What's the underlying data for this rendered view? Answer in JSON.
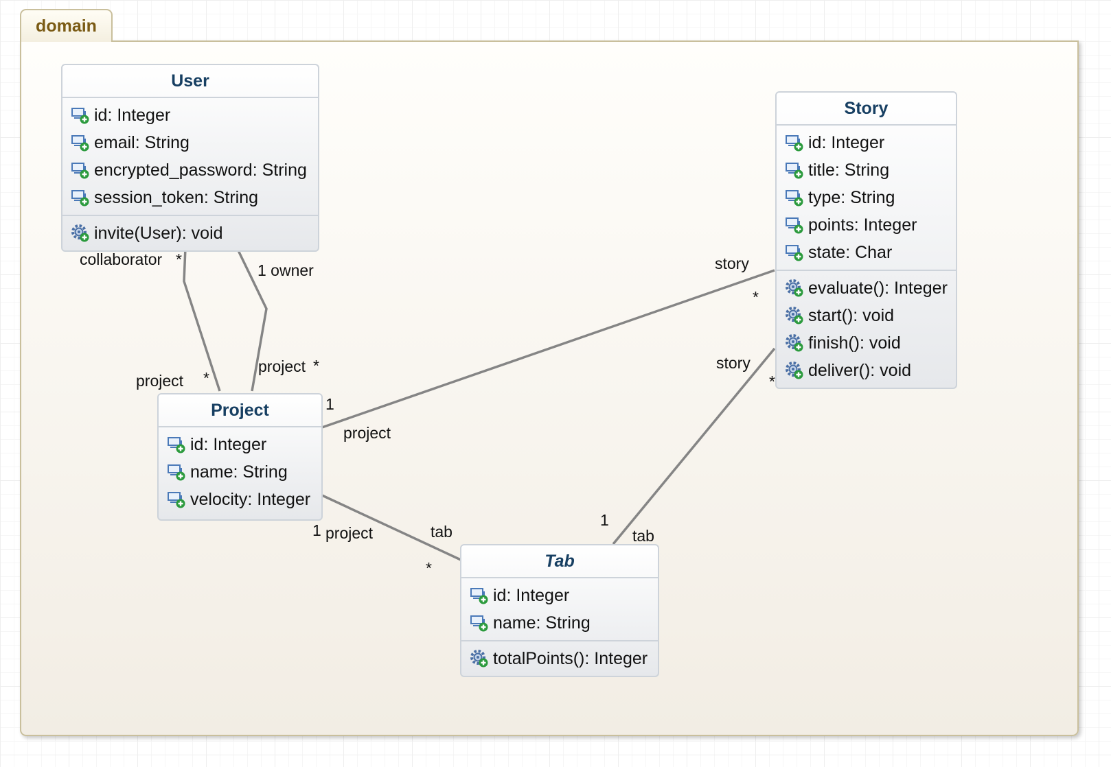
{
  "package": {
    "name": "domain"
  },
  "classes": {
    "user": {
      "name": "User",
      "attributes": [
        "id: Integer",
        "email: String",
        "encrypted_password: String",
        "session_token: String"
      ],
      "operations": [
        "invite(User): void"
      ]
    },
    "story": {
      "name": "Story",
      "attributes": [
        "id: Integer",
        "title: String",
        "type: String",
        "points: Integer",
        "state: Char"
      ],
      "operations": [
        "evaluate(): Integer",
        "start(): void",
        "finish(): void",
        "deliver(): void"
      ]
    },
    "project": {
      "name": "Project",
      "attributes": [
        "id: Integer",
        "name: String",
        "velocity: Integer"
      ],
      "operations": []
    },
    "tab": {
      "name": "Tab",
      "attributes": [
        "id: Integer",
        "name: String"
      ],
      "operations": [
        "totalPoints(): Integer"
      ]
    }
  },
  "associations": {
    "collaborator": {
      "user_end": "collaborator",
      "user_mult": "*",
      "project_end": "project",
      "project_mult": "*"
    },
    "owner": {
      "user_end": "1 owner",
      "project_end": "project",
      "project_mult": "*"
    },
    "project_story": {
      "story_end": "story",
      "story_mult": "*",
      "project_mult": "1",
      "project_end": "project"
    },
    "project_tab": {
      "project_mult": "1",
      "project_end": "project",
      "tab_end": "tab",
      "tab_mult": "*"
    },
    "tab_story": {
      "story_end": "story",
      "story_mult": "*",
      "tab_mult": "1",
      "tab_end": "tab"
    }
  },
  "icons": {
    "attribute": "attribute-icon",
    "operation": "operation-icon"
  },
  "colors": {
    "class_name": "#173f62",
    "package_tab": "#7a5a14",
    "link": "#858585"
  }
}
